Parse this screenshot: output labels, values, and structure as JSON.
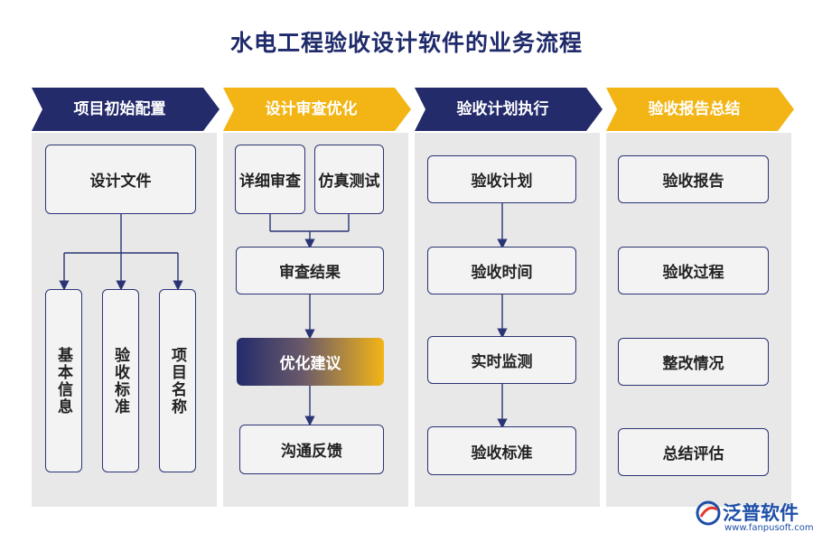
{
  "title": "水电工程验收设计软件的业务流程",
  "columns": [
    {
      "header": "项目初始配置",
      "color": "#232b6b",
      "text_color": "#ffffff"
    },
    {
      "header": "设计审查优化",
      "color": "#f3b515",
      "text_color": "#ffffff"
    },
    {
      "header": "验收计划执行",
      "color": "#232b6b",
      "text_color": "#ffffff"
    },
    {
      "header": "验收报告总结",
      "color": "#f3b515",
      "text_color": "#ffffff"
    }
  ],
  "col1": {
    "top": "设计文件",
    "subs": [
      "基本信息",
      "验收标准",
      "项目名称"
    ]
  },
  "col2": {
    "review": "详细审查",
    "simulation": "仿真测试",
    "result": "审查结果",
    "optimize": "优化建议",
    "feedback": "沟通反馈"
  },
  "col3": {
    "steps": [
      "验收计划",
      "验收时间",
      "实时监测",
      "验收标准"
    ]
  },
  "col4": {
    "items": [
      "验收报告",
      "验收过程",
      "整改情况",
      "总结评估"
    ]
  },
  "logo": {
    "name": "泛普软件",
    "url": "www.fanpusoft.com"
  },
  "colors": {
    "navy": "#232b6b",
    "gold": "#f3b515",
    "panel": "#e8e8e8"
  }
}
